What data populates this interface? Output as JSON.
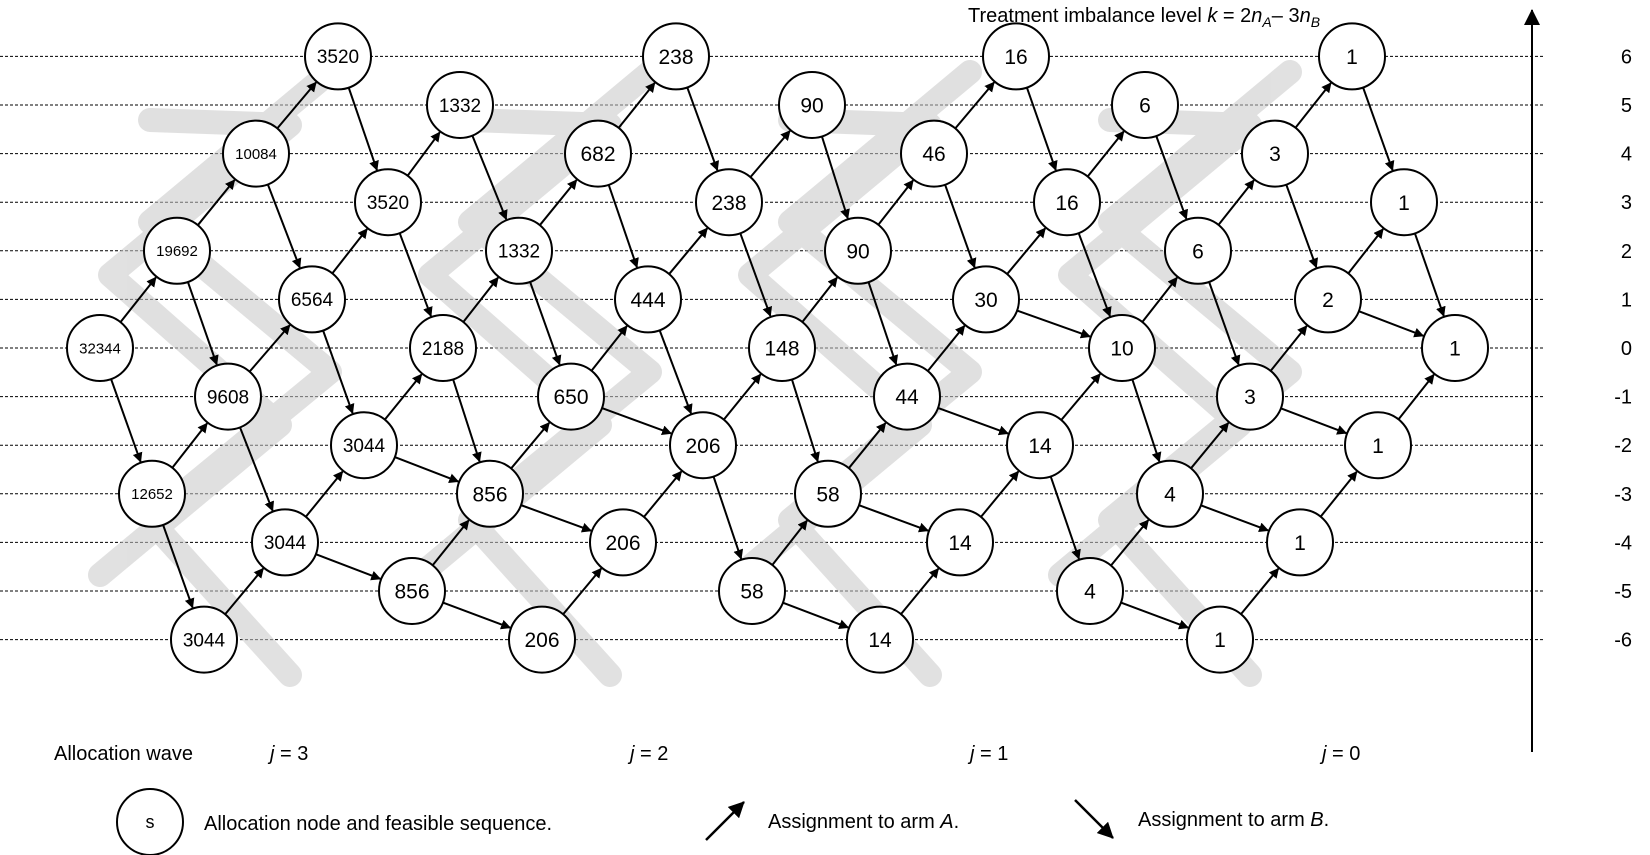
{
  "axis": {
    "title": {
      "prefix": "Treatment imbalance level ",
      "k": "k",
      "eq": " = 2",
      "nA": "n",
      "subA": "A",
      "minus": "– 3",
      "nB": "n",
      "subB": "B"
    },
    "levels": [
      "6",
      "5",
      "4",
      "3",
      "2",
      "1",
      "0",
      "-1",
      "-2",
      "-3",
      "-4",
      "-5",
      "-6"
    ]
  },
  "waves": {
    "label": "Allocation wave",
    "items": [
      {
        "j": "j",
        "eq": " = 3"
      },
      {
        "j": "j",
        "eq": " = 2"
      },
      {
        "j": "j",
        "eq": " = 1"
      },
      {
        "j": "j",
        "eq": " = 0"
      }
    ]
  },
  "nodes": [
    {
      "id": "w0_0",
      "v": "1"
    },
    {
      "id": "w0_1",
      "v": "3"
    },
    {
      "id": "w0_2",
      "v": "6"
    },
    {
      "id": "w0_3",
      "v": "10"
    },
    {
      "id": "w0_4",
      "v": "14"
    },
    {
      "id": "w0_5",
      "v": "14"
    },
    {
      "id": "w0_6",
      "v": "14"
    },
    {
      "id": "w0_b0",
      "v": "1"
    },
    {
      "id": "w0_b1",
      "v": "2"
    },
    {
      "id": "w0_b2",
      "v": "3"
    },
    {
      "id": "w0_b3",
      "v": "4"
    },
    {
      "id": "w0_b4",
      "v": "4"
    },
    {
      "id": "w0_c0",
      "v": "1"
    },
    {
      "id": "w0_c1",
      "v": "1"
    },
    {
      "id": "w0_c2",
      "v": "1"
    },
    {
      "id": "w0_c3",
      "v": "1"
    },
    {
      "id": "w0_c4",
      "v": "1"
    },
    {
      "id": "w0_c5",
      "v": "1"
    },
    {
      "id": "w0_d0",
      "v": "6"
    },
    {
      "id": "w0_d1",
      "v": "16"
    },
    {
      "id": "w0_e0",
      "v": "16"
    },
    {
      "id": "w1_0",
      "v": "16"
    },
    {
      "id": "w1_1",
      "v": "46"
    },
    {
      "id": "w1_2",
      "v": "90"
    },
    {
      "id": "w1_3",
      "v": "148"
    },
    {
      "id": "w1_4",
      "v": "206"
    },
    {
      "id": "w1_5",
      "v": "206"
    },
    {
      "id": "w1_6",
      "v": "206"
    },
    {
      "id": "w1_b0",
      "v": "90"
    },
    {
      "id": "w1_b1",
      "v": "238"
    },
    {
      "id": "w1_b2",
      "v": "444"
    },
    {
      "id": "w1_b3",
      "v": "650"
    },
    {
      "id": "w1_b4",
      "v": "856"
    },
    {
      "id": "w1_b5",
      "v": "856"
    },
    {
      "id": "w1_c0",
      "v": "30"
    },
    {
      "id": "w1_c1",
      "v": "44"
    },
    {
      "id": "w1_c2",
      "v": "58"
    },
    {
      "id": "w1_c3",
      "v": "58"
    },
    {
      "id": "w1_d0",
      "v": "14"
    },
    {
      "id": "w1_d1",
      "v": "14"
    },
    {
      "id": "w2_0",
      "v": "238"
    },
    {
      "id": "w2_1",
      "v": "682"
    },
    {
      "id": "w2_2",
      "v": "1332"
    },
    {
      "id": "w2_3",
      "v": "2188"
    },
    {
      "id": "w2_4",
      "v": "3044"
    },
    {
      "id": "w2_5",
      "v": "3044"
    },
    {
      "id": "w2_6",
      "v": "3044"
    },
    {
      "id": "w2_b0",
      "v": "1332"
    },
    {
      "id": "w2_b1",
      "v": "3520"
    },
    {
      "id": "w2_b2",
      "v": "6564"
    },
    {
      "id": "w2_b3",
      "v": "9608"
    },
    {
      "id": "w2_b4",
      "v": "12652"
    },
    {
      "id": "w3_0",
      "v": "3520"
    },
    {
      "id": "w3_1",
      "v": "10084"
    },
    {
      "id": "w3_2",
      "v": "19692"
    },
    {
      "id": "w3_3",
      "v": "32344"
    }
  ],
  "legend": {
    "node_symbol": "s",
    "node_text": "Allocation node and feasible sequence.",
    "arm_a_prefix": "Assignment to arm ",
    "arm_a": "A",
    "arm_b_prefix": "Assignment to arm ",
    "arm_b": "B"
  }
}
